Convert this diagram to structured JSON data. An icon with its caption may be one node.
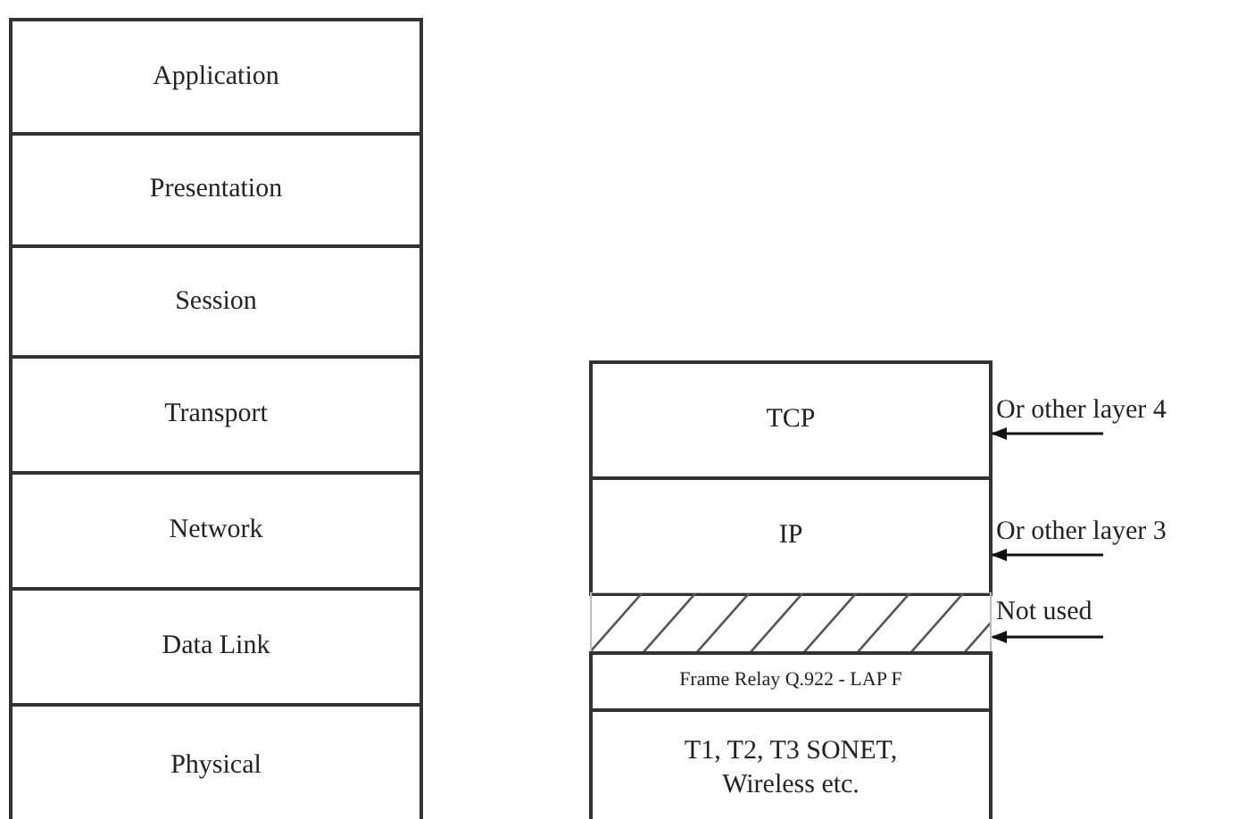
{
  "diagram": {
    "nodes": [
      {
        "text": [
          "Application"
        ]
      },
      {
        "text": [
          "Presentation"
        ]
      },
      {
        "text": [
          "Session"
        ]
      },
      {
        "text": [
          "Transport"
        ]
      },
      {
        "text": [
          "Network"
        ]
      },
      {
        "text": [
          "Data Link"
        ]
      },
      {
        "text": [
          "Physical"
        ]
      },
      {
        "text": [
          "TCP"
        ]
      },
      {
        "text": [
          "IP"
        ]
      },
      {
        "text": [],
        "shape": "box"
      },
      {
        "text": [
          "Frame Relay Q.922 - LAP F"
        ]
      },
      {
        "text": [
          "T1, T2, T3 SONET, Wireless etc."
        ]
      },
      {
        "text": [
          "Or other layer 4"
        ]
      },
      {
        "text": [
          "Or other layer 3"
        ]
      },
      {
        "text": [
          "Not used"
        ]
      }
    ],
    "edges": [
      {
        "from": 12,
        "to": 7,
        "arrow": "to"
      },
      {
        "from": 13,
        "to": 8,
        "arrow": "to"
      },
      {
        "from": 14,
        "to": 9,
        "arrow": "to"
      }
    ]
  }
}
